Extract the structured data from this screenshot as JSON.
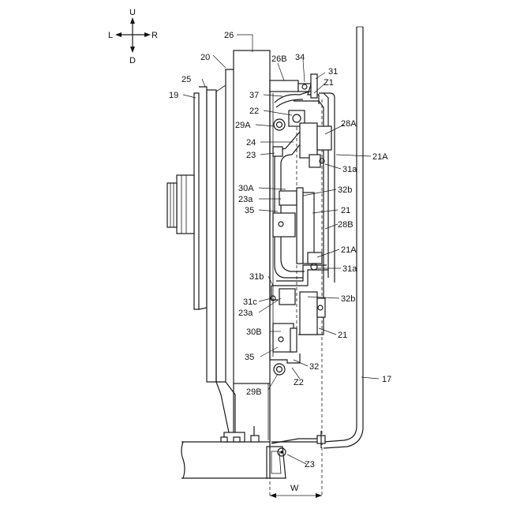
{
  "compass": {
    "up": "U",
    "down": "D",
    "left": "L",
    "right": "R"
  },
  "labels": {
    "l26": "26",
    "l20": "20",
    "l25": "25",
    "l19": "19",
    "l26B": "26B",
    "l34": "34",
    "l31": "31",
    "lZ1": "Z1",
    "l37": "37",
    "l22": "22",
    "l29A": "29A",
    "l28A": "28A",
    "l24": "24",
    "l23": "23",
    "l21A_top": "21A",
    "l31a_top": "31a",
    "l30A": "30A",
    "l32b_top": "32b",
    "l23a_top": "23a",
    "l35_top": "35",
    "l21_top": "21",
    "l28B": "28B",
    "l21A_mid": "21A",
    "l31a_mid": "31a",
    "l31b": "31b",
    "l32b_low": "32b",
    "l31c": "31c",
    "l23a_low": "23a",
    "l30B": "30B",
    "l21_low": "21",
    "l35_low": "35",
    "l32": "32",
    "l17": "17",
    "lZ2": "Z2",
    "l29B": "29B",
    "lZ3": "Z3",
    "lW": "W"
  }
}
